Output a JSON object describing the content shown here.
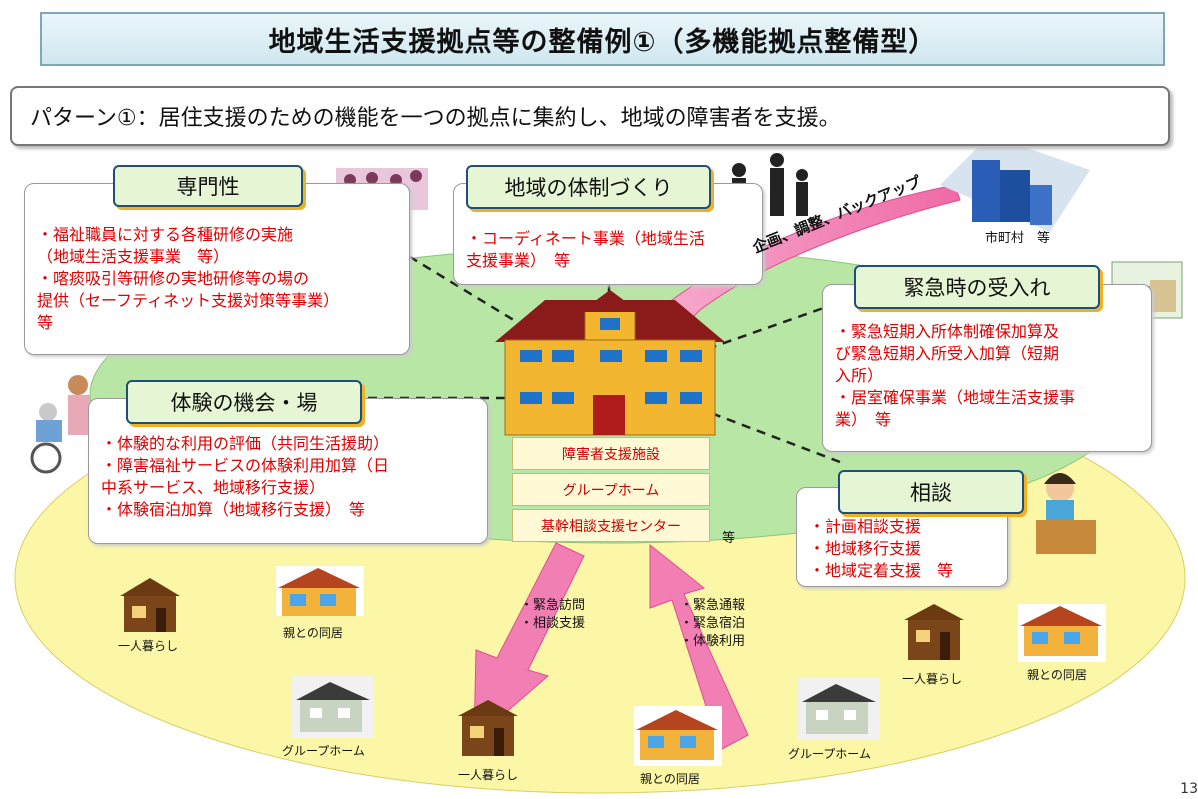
{
  "title": "地域生活支援拠点等の整備例①（多機能拠点整備型）",
  "pattern": "パターン①：居住支援のための機能を一つの拠点に集約し、地域の障害者を支援。",
  "expertise": {
    "label": "専門性",
    "lines": [
      "・福祉職員に対する各種研修の実施",
      "（地域生活支援事業　等）",
      "・喀痰吸引等研修の実地研修等の場の",
      "提供（セーフティネット支援対策等事業）",
      "等"
    ]
  },
  "community": {
    "label": "地域の体制づくり",
    "lines": [
      "・コーディネート事業（地域生活",
      "支援事業）　等"
    ]
  },
  "municipality": {
    "label": "市町村　等",
    "arrow_text": "企画、調整、バックアップ"
  },
  "emergency": {
    "label": "緊急時の受入れ",
    "lines": [
      "・緊急短期入所体制確保加算及",
      "び緊急短期入所受入加算（短期",
      "入所）",
      "・居室確保事業（地域生活支援事",
      "業）　等"
    ]
  },
  "experience": {
    "label": "体験の機会・場",
    "lines": [
      "・体験的な利用の評価（共同生活援助）",
      "・障害福祉サービスの体験利用加算（日",
      "中系サービス、地域移行支援）",
      "・体験宿泊加算（地域移行支援）　等"
    ]
  },
  "consultation": {
    "label": "相談",
    "lines": [
      "・計画相談支援",
      "・地域移行支援",
      "・地域定着支援　等"
    ]
  },
  "facilities": [
    "障害者支援施設",
    "グループホーム",
    "基幹相談支援センター"
  ],
  "facilities_suffix": "等",
  "outbound": [
    "・緊急訪問",
    "・相談支援"
  ],
  "inbound": [
    "・緊急通報",
    "・緊急宿泊",
    "・体験利用"
  ],
  "homes": {
    "single": "一人暮らし",
    "parents": "親との同居",
    "group": "グループホーム"
  },
  "page_number": "13",
  "colors": {
    "accent_text": "#e00000",
    "label_fill": "#e6f6d4",
    "label_border": "#1f4e79",
    "ring_fill": "#fbf7a6",
    "center_fill": "#b8e6a4",
    "arrow_pink": "#f27fb4"
  }
}
